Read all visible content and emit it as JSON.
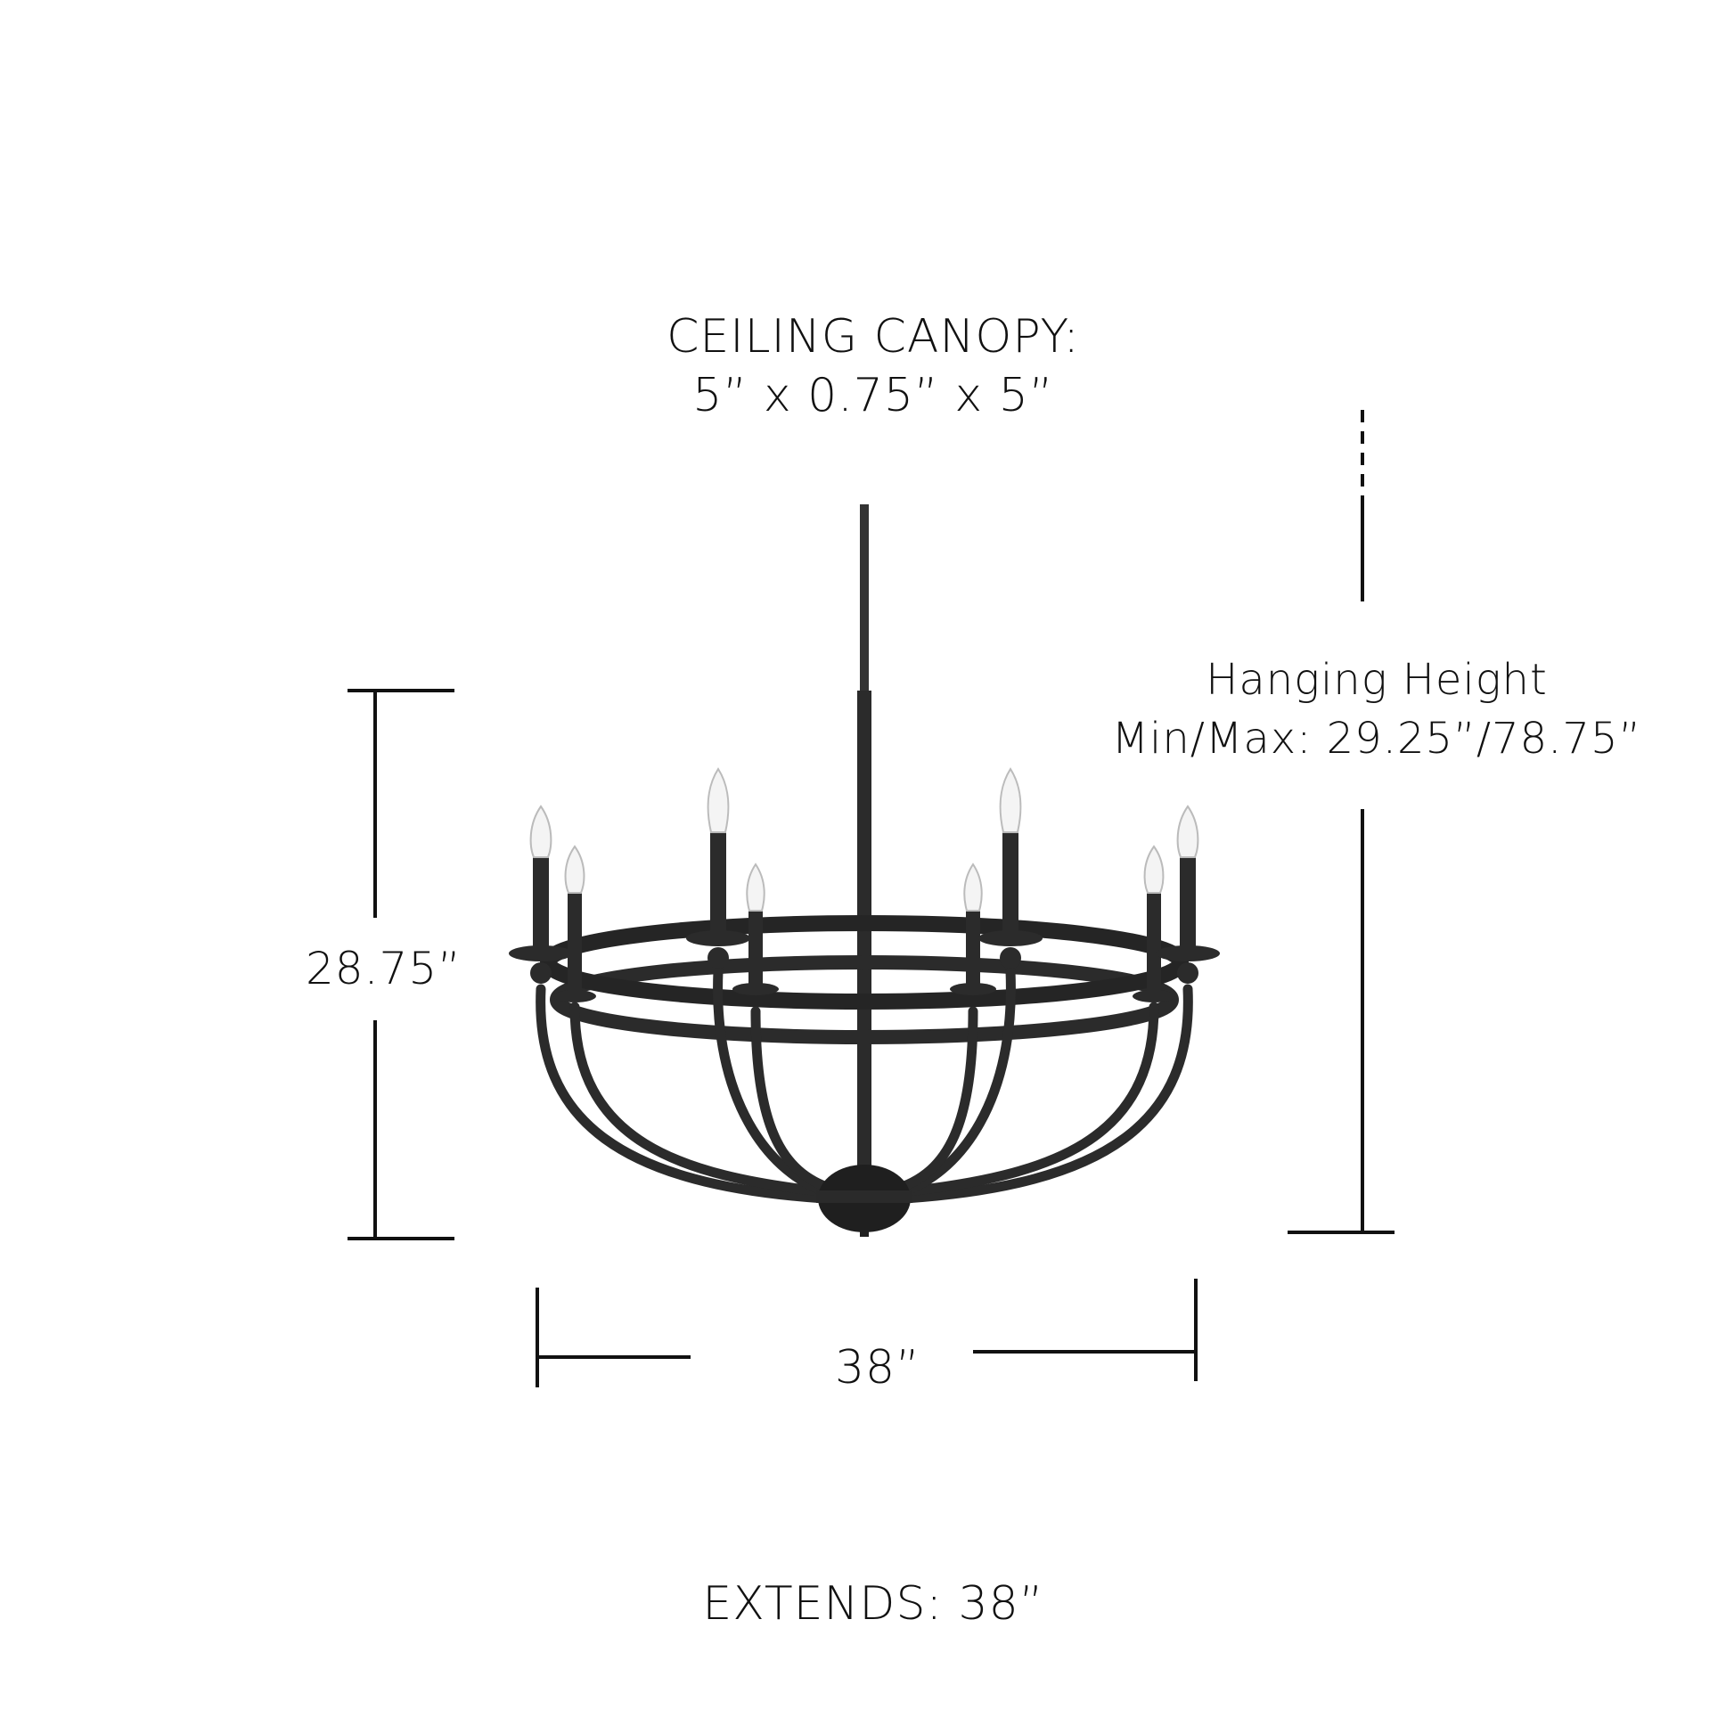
{
  "diagram": {
    "subject": "8-light wagon wheel chandelier dimensions",
    "colors": {
      "background": "#ffffff",
      "lines": "#111111",
      "fixture": "#2b2b2b",
      "bulb": "#f2f2f2"
    }
  },
  "labels": {
    "canopy_title": "CEILING CANOPY:",
    "canopy_dims": "5” x 0.75” x 5”",
    "hanging_title": "Hanging Height",
    "hanging_value": "Min/Max: 29.25”/78.75”",
    "fixture_height": "28.75”",
    "fixture_width": "38”",
    "extends": "EXTENDS: 38”"
  },
  "fixture": {
    "lights": 8,
    "finish": "matte black"
  }
}
